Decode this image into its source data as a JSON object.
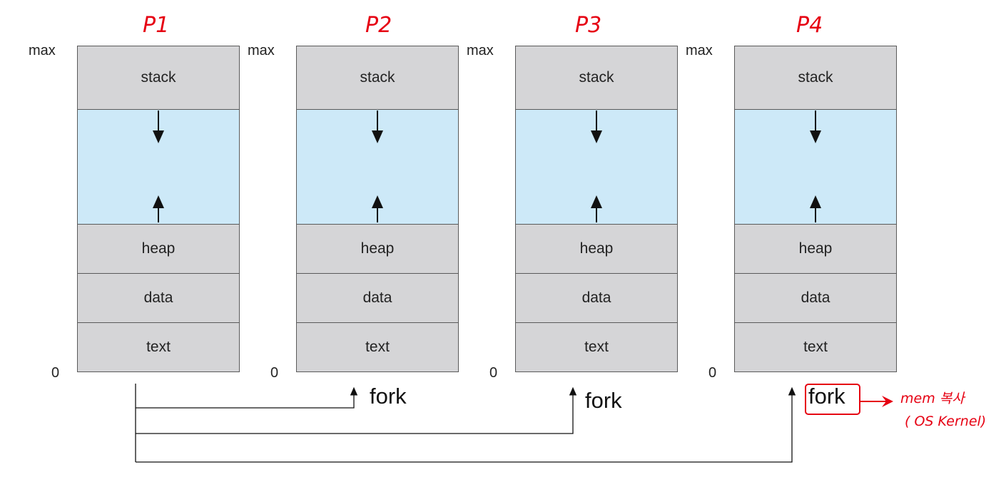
{
  "processes": [
    {
      "label": "P1",
      "max_label": "max",
      "zero_label": "0"
    },
    {
      "label": "P2",
      "max_label": "max",
      "zero_label": "0"
    },
    {
      "label": "P3",
      "max_label": "max",
      "zero_label": "0"
    },
    {
      "label": "P4",
      "max_label": "max",
      "zero_label": "0"
    }
  ],
  "segments": {
    "stack": "stack",
    "heap": "heap",
    "data": "data",
    "text": "text"
  },
  "forks": [
    {
      "label": "fork"
    },
    {
      "label": "fork"
    },
    {
      "label": "fork"
    }
  ],
  "annotation": {
    "line1": "mem 복사",
    "line2": "( OS Kernel)"
  },
  "colors": {
    "segment_fill": "#d5d5d7",
    "free_space": "#cde9f8",
    "handwriting": "#e60012"
  }
}
